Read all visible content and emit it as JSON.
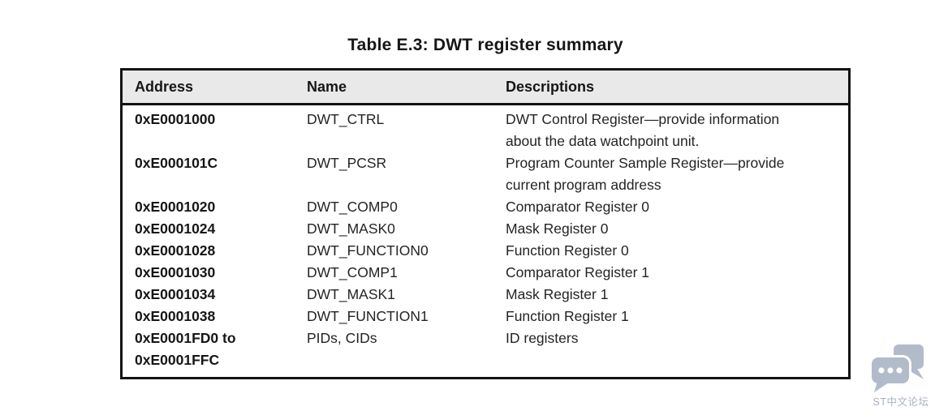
{
  "title": "Table E.3: DWT register summary",
  "table": {
    "headers": [
      "Address",
      "Name",
      "Descriptions"
    ],
    "rows": [
      {
        "address": "0xE0001000",
        "name": "DWT_CTRL",
        "description": "DWT Control Register—provide information\nabout the data watchpoint unit."
      },
      {
        "address": "0xE000101C",
        "name": "DWT_PCSR",
        "description": "Program Counter Sample Register—provide\ncurrent program address"
      },
      {
        "address": "0xE0001020",
        "name": "DWT_COMP0",
        "description": "Comparator Register 0"
      },
      {
        "address": "0xE0001024",
        "name": "DWT_MASK0",
        "description": "Mask Register 0"
      },
      {
        "address": "0xE0001028",
        "name": "DWT_FUNCTION0",
        "description": "Function Register 0"
      },
      {
        "address": "0xE0001030",
        "name": "DWT_COMP1",
        "description": "Comparator Register 1"
      },
      {
        "address": "0xE0001034",
        "name": "DWT_MASK1",
        "description": "Mask Register 1"
      },
      {
        "address": "0xE0001038",
        "name": "DWT_FUNCTION1",
        "description": "Function Register 1"
      },
      {
        "address": "0xE0001FD0 to\n0xE0001FFC",
        "name": "PIDs, CIDs",
        "description": "ID registers"
      }
    ]
  },
  "watermark": {
    "label": "ST中文论坛",
    "icon": "chat-bubbles-icon",
    "color": "#b2bbc9"
  },
  "colors": {
    "header_bg": "#e9e9e9",
    "border": "#141414",
    "text": "#1f1f1f",
    "watermark": "#b2bbc9"
  }
}
